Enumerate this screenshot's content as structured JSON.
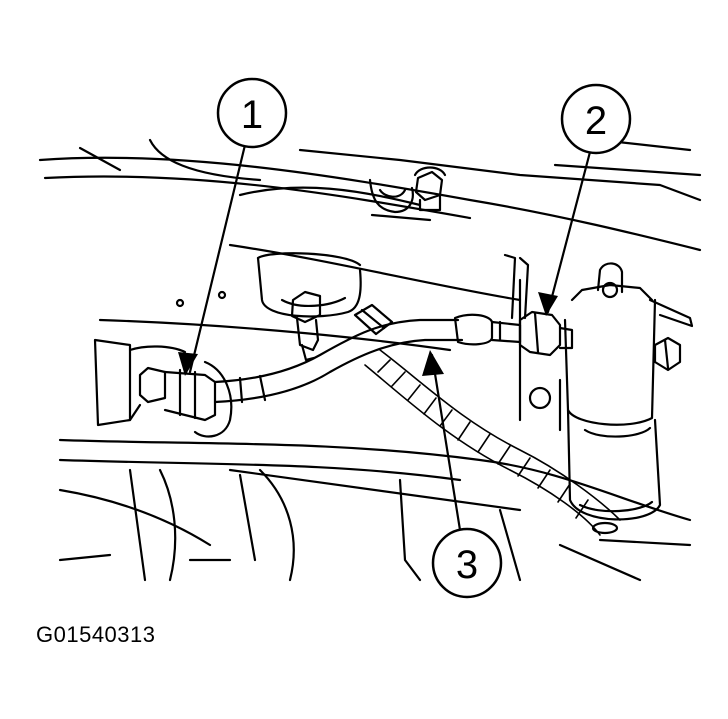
{
  "callouts": [
    {
      "id": "1",
      "label": "1"
    },
    {
      "id": "2",
      "label": "2"
    },
    {
      "id": "3",
      "label": "3"
    }
  ],
  "figure_id": "G01540313",
  "colors": {
    "ink": "#000000",
    "paper": "#ffffff"
  }
}
